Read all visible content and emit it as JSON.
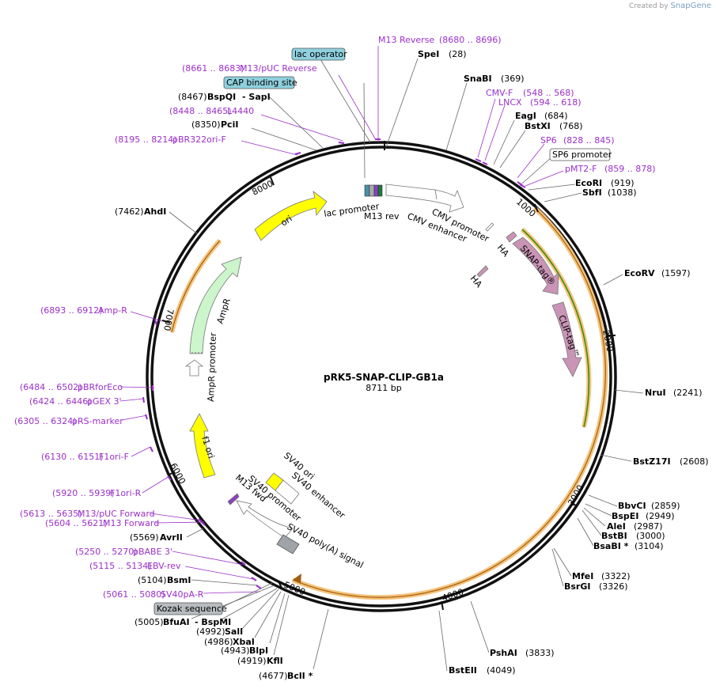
{
  "credit": {
    "prefix": "Created by",
    "brand": "SnapGene"
  },
  "plasmid": {
    "name": "pRK5-SNAP-CLIP-GB1a",
    "length": "8711 bp"
  },
  "ruler": [
    "1000",
    "2000",
    "3000",
    "4000",
    "5000",
    "6000",
    "7000",
    "8000"
  ],
  "sites": [
    {
      "name": "SpeI",
      "pos": "(28)"
    },
    {
      "name": "SnaBI",
      "pos": "(369)"
    },
    {
      "name": "EagI",
      "pos": "(684)"
    },
    {
      "name": "BstXI",
      "pos": "(768)"
    },
    {
      "name": "EcoRI",
      "pos": "(919)"
    },
    {
      "name": "SbfI",
      "pos": "(1038)"
    },
    {
      "name": "EcoRV",
      "pos": "(1597)"
    },
    {
      "name": "NruI",
      "pos": "(2241)"
    },
    {
      "name": "BstZ17I",
      "pos": "(2608)"
    },
    {
      "name": "BbvCI",
      "pos": "(2859)"
    },
    {
      "name": "BspEI",
      "pos": "(2949)"
    },
    {
      "name": "AleI",
      "pos": "(2987)"
    },
    {
      "name": "BstBI",
      "pos": "(3000)"
    },
    {
      "name": "BsaBI *",
      "pos": "(3104)"
    },
    {
      "name": "MfeI",
      "pos": "(3322)"
    },
    {
      "name": "BsrGI",
      "pos": "(3326)"
    },
    {
      "name": "PshAI",
      "pos": "(3833)"
    },
    {
      "name": "BstEII",
      "pos": "(4049)"
    },
    {
      "name": "BclI *",
      "pos": "(4677)"
    },
    {
      "name": "KflI",
      "pos": "(4919)"
    },
    {
      "name": "BlpI",
      "pos": "(4943)"
    },
    {
      "name": "XbaI",
      "pos": "(4986)"
    },
    {
      "name": "SalI",
      "pos": "(4992)"
    },
    {
      "name": "BfuAI",
      "pos": "(5005)"
    },
    {
      "name": "- BspMI",
      "pos": ""
    },
    {
      "name": "BsmI",
      "pos": "(5104)"
    },
    {
      "name": "AvrII",
      "pos": "(5569)"
    },
    {
      "name": "AhdI",
      "pos": "(7462)"
    },
    {
      "name": "PciI",
      "pos": "(8350)"
    },
    {
      "name": "BspQI",
      "pos": "(8467)"
    },
    {
      "name": "- SapI",
      "pos": ""
    }
  ],
  "primers": [
    {
      "name": "M13 Reverse",
      "pos": "(8680 .. 8696)"
    },
    {
      "name": "M13/pUC Reverse",
      "pos": "(8661 .. 8683)"
    },
    {
      "name": "L4440",
      "pos": "(8448 .. 8465)"
    },
    {
      "name": "pBR322ori-F",
      "pos": "(8195 .. 8214)"
    },
    {
      "name": "CMV-F",
      "pos": "(548 .. 568)"
    },
    {
      "name": "LNCX",
      "pos": "(594 .. 618)"
    },
    {
      "name": "SP6",
      "pos": "(828 .. 845)"
    },
    {
      "name": "pMT2-F",
      "pos": "(859 .. 878)"
    },
    {
      "name": "Amp-R",
      "pos": "(6893 .. 6912)"
    },
    {
      "name": "pBRforEco",
      "pos": "(6484 .. 6502)"
    },
    {
      "name": "pGEX 3'",
      "pos": "(6424 .. 6446)"
    },
    {
      "name": "pRS-marker",
      "pos": "(6305 .. 6324)"
    },
    {
      "name": "F1ori-F",
      "pos": "(6130 .. 6151)"
    },
    {
      "name": "F1ori-R",
      "pos": "(5920 .. 5939)"
    },
    {
      "name": "M13/pUC Forward",
      "pos": "(5613 .. 5635)"
    },
    {
      "name": "M13 Forward",
      "pos": "(5604 .. 5621)"
    },
    {
      "name": "pBABE 3'",
      "pos": "(5250 .. 5270)"
    },
    {
      "name": "EBV-rev",
      "pos": "(5115 .. 5134)"
    },
    {
      "name": "SV40pA-R",
      "pos": "(5061 .. 5080)"
    }
  ],
  "boxed": [
    {
      "name": "lac operator",
      "fill": "#8fd0de"
    },
    {
      "name": "CAP binding site",
      "fill": "#8fd0de"
    },
    {
      "name": "SP6 promoter",
      "fill": "#ffffff"
    },
    {
      "name": "Kozak sequence",
      "fill": "#b8bcc0"
    }
  ],
  "features": {
    "ori": "ori",
    "lac_promoter": "lac promoter",
    "m13_rev": "M13 rev",
    "cmv_promoter": "CMV promoter",
    "cmv_enhancer": "CMV enhancer",
    "ha1": "HA",
    "ha2": "HA",
    "snap": "SNAP-tag®",
    "clip": "CLIP-tag™",
    "ampr": "AmpR",
    "ampr_promoter": "AmpR promoter",
    "f1ori": "f1 ori",
    "sv40_ori": "SV40 ori",
    "sv40_enh": "SV40 enhancer",
    "sv40_prom": "SV40 promoter",
    "m13_fwd": "M13 fwd",
    "sv40_polya": "SV40 poly(A) signal"
  },
  "colors": {
    "ori": "#ffff00",
    "ampr": "#ccf5cc",
    "snap": "#c994b5",
    "highlight": "#f5c27a",
    "gene": "#3a8c0f",
    "primer": "#9b30c8"
  }
}
